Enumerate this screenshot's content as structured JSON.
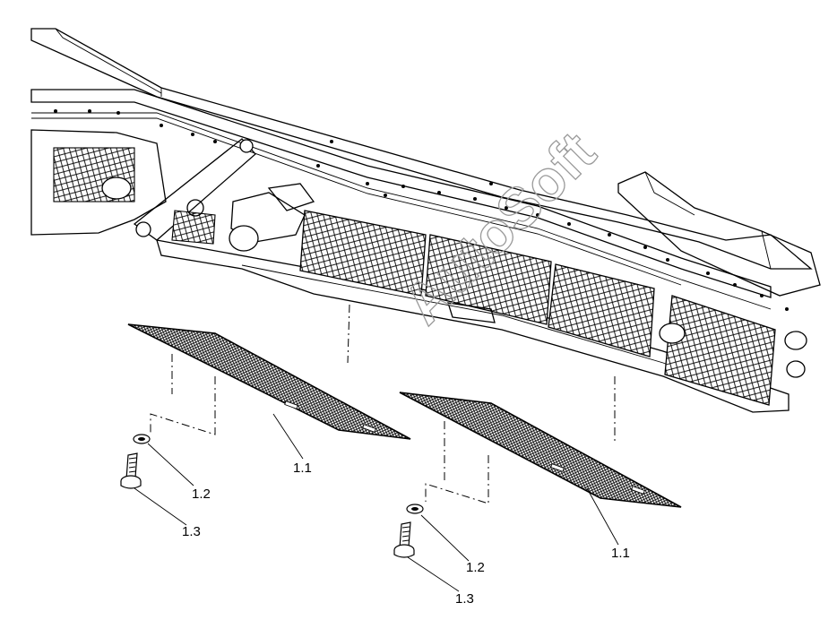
{
  "watermark": "AutoSoft",
  "callouts": {
    "screen_left": "1.1",
    "washer_left": "1.2",
    "bolt_left": "1.3",
    "screen_right": "1.1",
    "washer_right": "1.2",
    "bolt_right": "1.3"
  }
}
